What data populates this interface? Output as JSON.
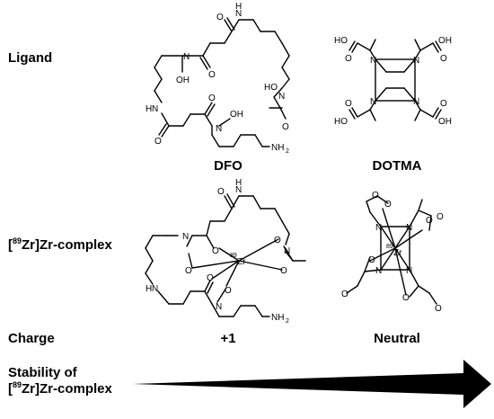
{
  "rows": {
    "ligand": "Ligand",
    "complex_prefix": "[",
    "complex_sup": "89",
    "complex_suffix": "Zr]Zr-complex",
    "charge": "Charge",
    "stability_line1": "Stability of",
    "stability_prefix": "[",
    "stability_sup": "89",
    "stability_suffix": "Zr]Zr-complex"
  },
  "ligands": [
    {
      "name": "DFO",
      "charge": "+1"
    },
    {
      "name": "DOTMA",
      "charge": "Neutral"
    }
  ],
  "atoms": {
    "n": "N",
    "o": "O",
    "h": "H",
    "ho": "HO",
    "oh": "OH",
    "nh2": "NH",
    "nh2_sub": "2",
    "zr": "Zr",
    "zr_sup": "89"
  },
  "colors": {
    "ink": "#000000",
    "background": "#ffffff"
  }
}
